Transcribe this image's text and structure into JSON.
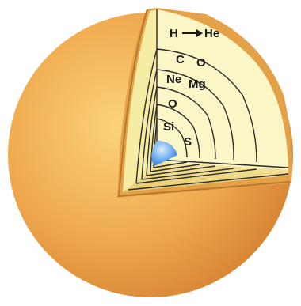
{
  "colors": {
    "outer_light": "#f8c76a",
    "outer_mid": "#eea64a",
    "outer_dark": "#d47e2e",
    "cut_fill": "#fbf6c8",
    "cut_edge": "#c98a3a",
    "shell_line": "#2a2a2a",
    "core": "#5aa0e8",
    "core_light": "#bfe0ff"
  },
  "labels": {
    "h_to_he": "H → He",
    "h": "H",
    "he": "He",
    "c": "C",
    "o_outer": "O",
    "ne": "Ne",
    "mg": "Mg",
    "o_inner": "O",
    "si": "Si",
    "s": "S"
  }
}
